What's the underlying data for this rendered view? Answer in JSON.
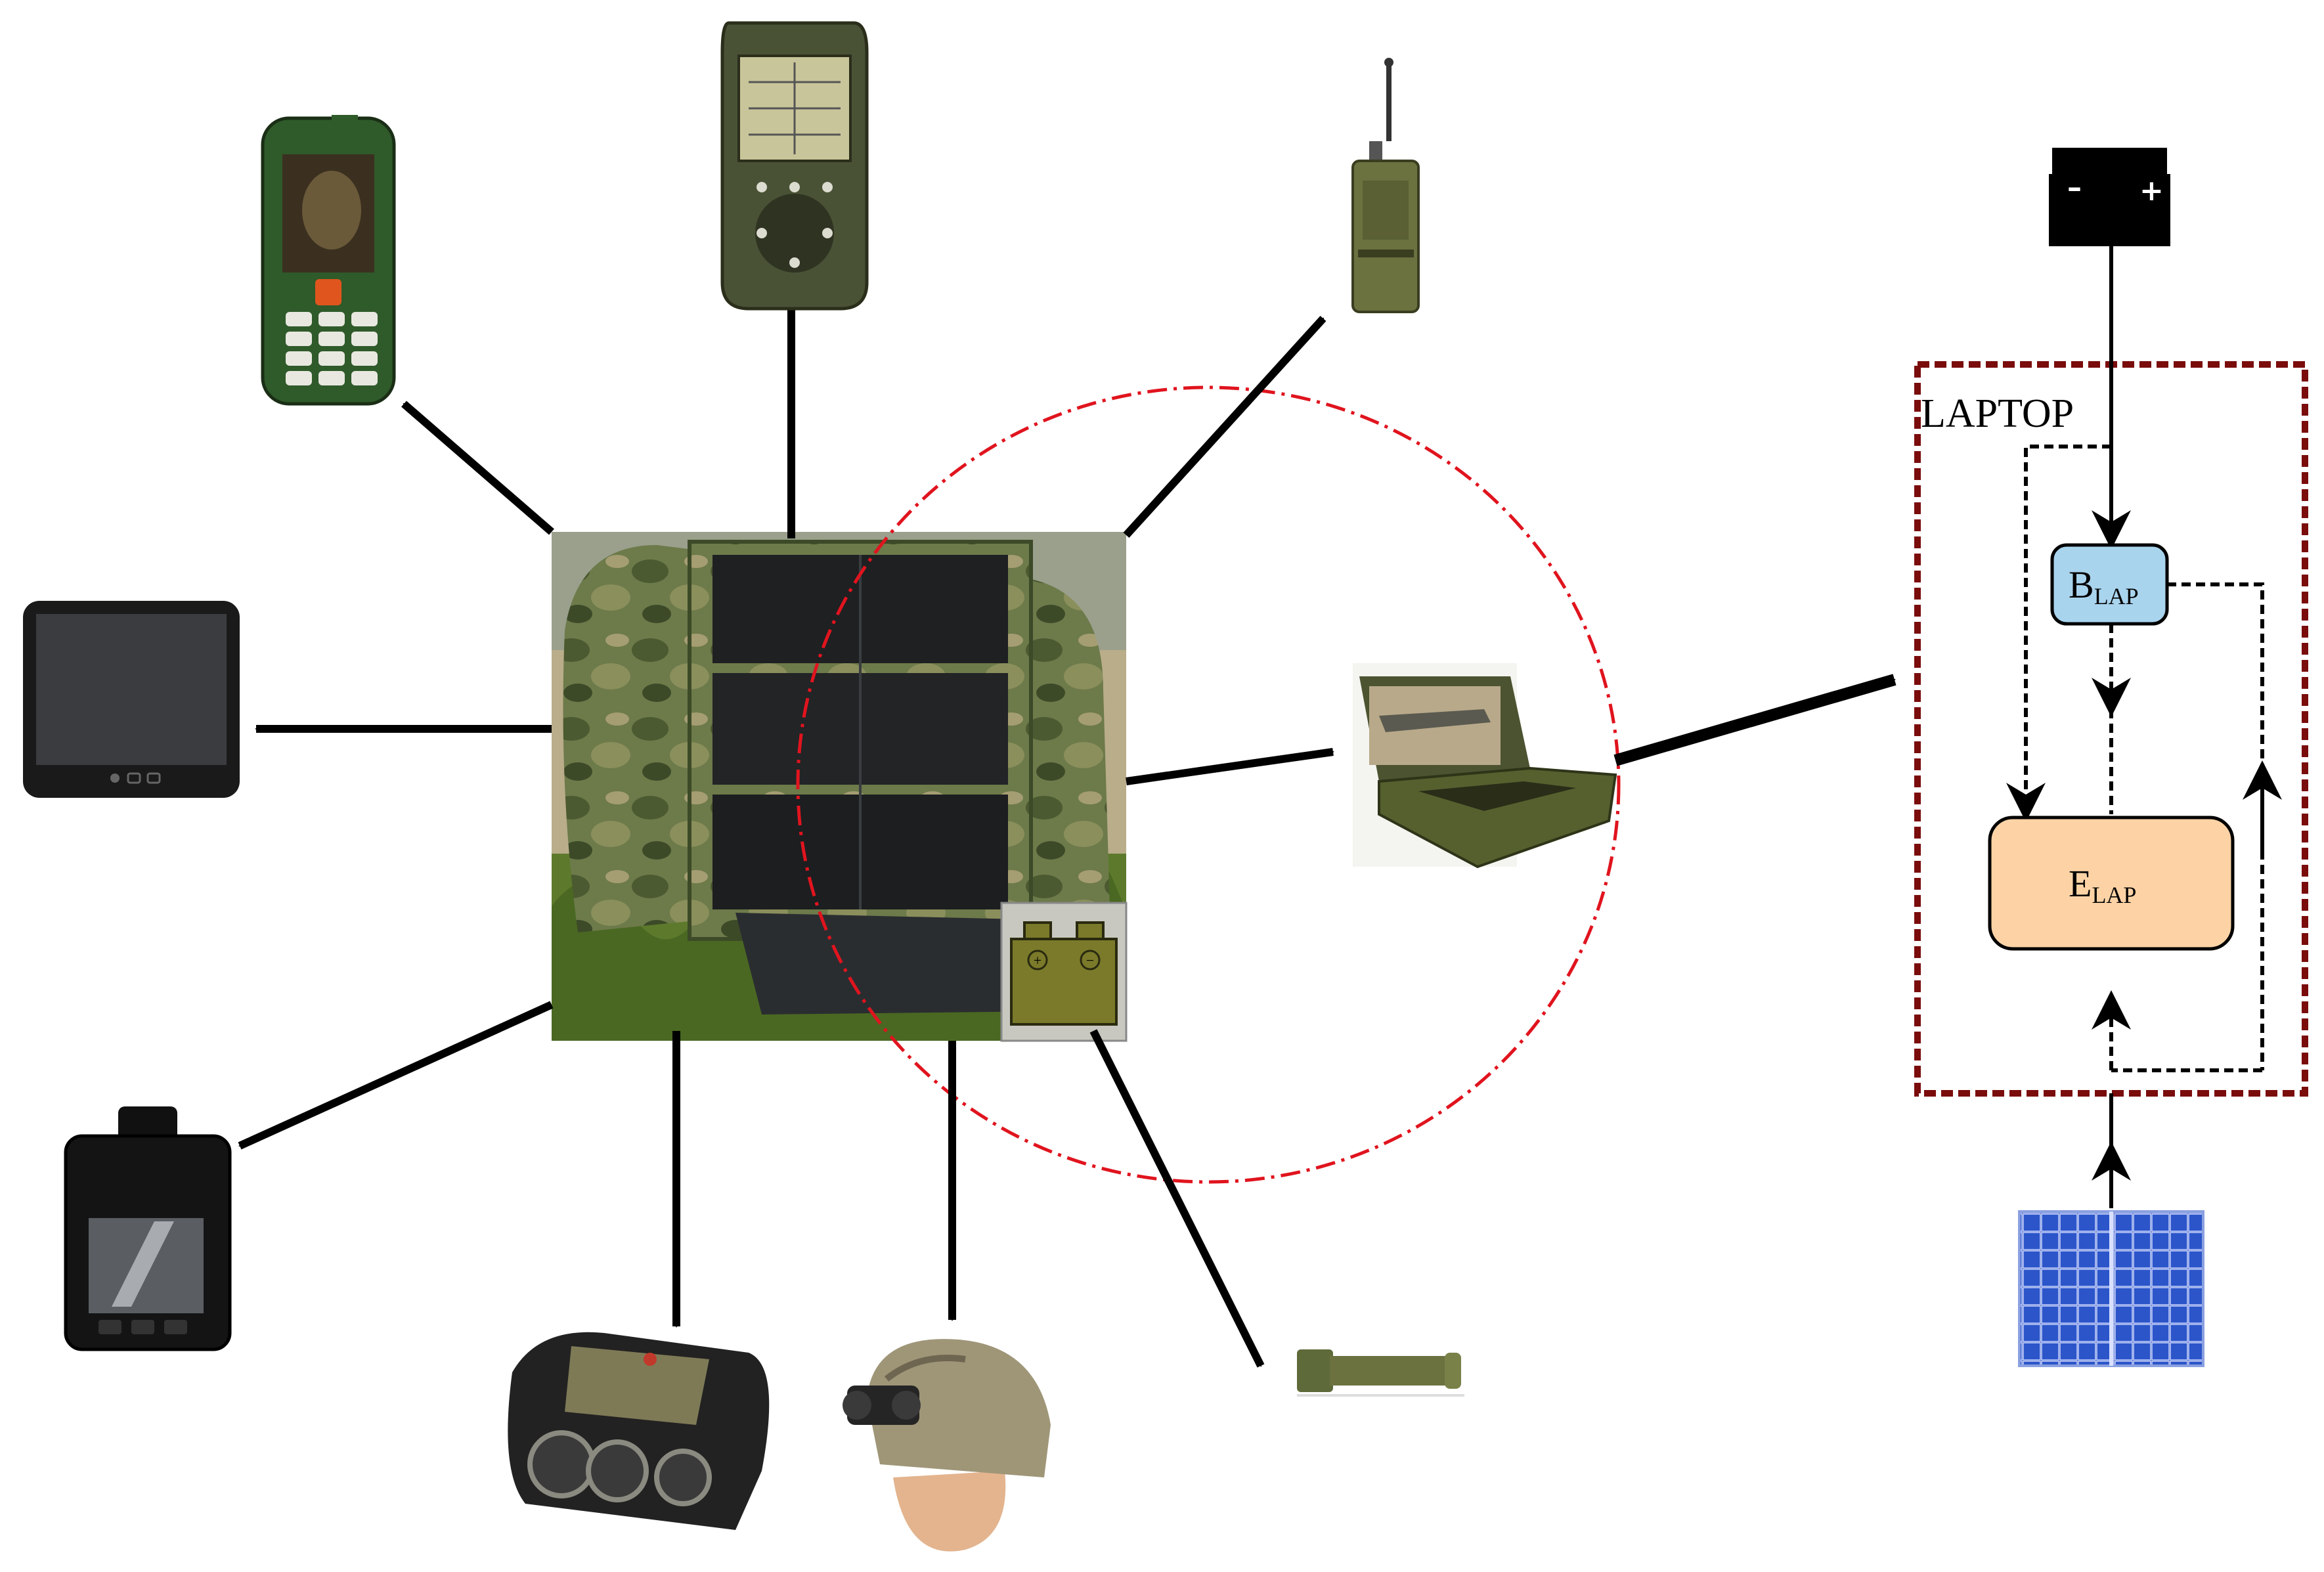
{
  "laptop_box": {
    "title": "LAPTOP",
    "battery_node": {
      "main": "B",
      "sub": "LAP"
    },
    "energy_node": {
      "main": "E",
      "sub": "LAP"
    }
  },
  "colors": {
    "arrow": "#000000",
    "highlight_circle": "#e0141e",
    "laptop_border": "#7a0c0c",
    "battery_node_fill": "#a9d4ee",
    "energy_node_fill": "#fdd3a6",
    "olive": "#5e6a3a",
    "solar_blue": "#1f3fa8"
  },
  "icons": [
    "solar-backpack-image",
    "olive-battery-icon",
    "rugged-phone-icon",
    "gps-handheld-icon",
    "radio-icon",
    "tablet-icon",
    "laptop-icon",
    "body-camera-icon",
    "rangefinder-icon",
    "night-vision-helmet-icon",
    "flashlight-icon",
    "car-battery-icon",
    "solar-panel-icon"
  ]
}
